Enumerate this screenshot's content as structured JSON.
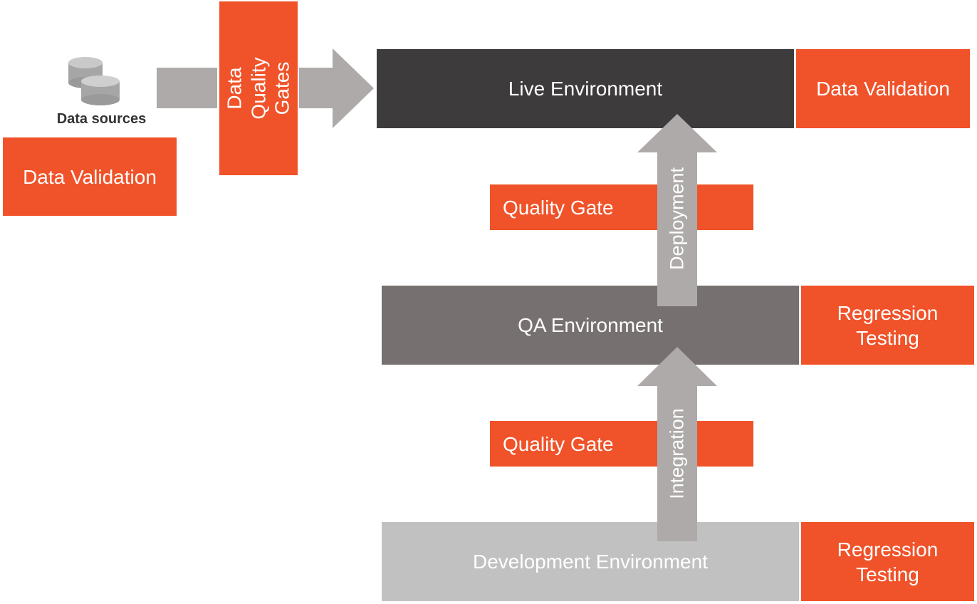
{
  "data_sources": {
    "label": "Data sources"
  },
  "left_validation": {
    "label": "Data Validation"
  },
  "gates": {
    "label": "Data Quality\nGates"
  },
  "live": {
    "label": "Live Environment",
    "validation": "Data Validation"
  },
  "qa": {
    "label": "QA Environment",
    "testing": "Regression\nTesting"
  },
  "dev": {
    "label": "Development Environment",
    "testing": "Regression\nTesting"
  },
  "quality_gate_upper": {
    "label": "Quality Gate"
  },
  "quality_gate_lower": {
    "label": "Quality Gate"
  },
  "arrows": {
    "deployment": "Deployment",
    "integration": "Integration"
  },
  "colors": {
    "accent": "#f05229",
    "live": "#3d3b3c",
    "qa": "#767170",
    "dev": "#c2c1c1",
    "arrow": "#aeaaa9"
  }
}
